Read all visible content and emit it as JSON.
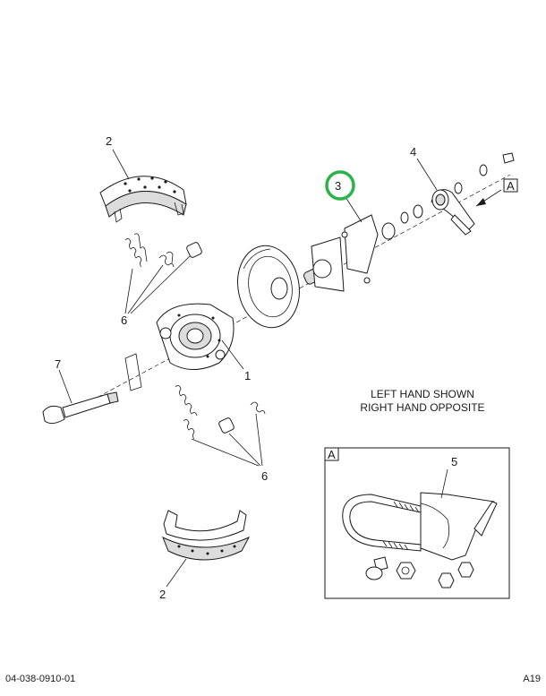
{
  "callouts": {
    "c1": "1",
    "c2_top": "2",
    "c2_bottom": "2",
    "c3": "3",
    "c4": "4",
    "c5": "5",
    "c6_top": "6",
    "c6_bottom": "6",
    "c7": "7",
    "view_ref": "A",
    "view_box": "A"
  },
  "note": {
    "line1": "LEFT HAND SHOWN",
    "line2": "RIGHT HAND OPPOSITE"
  },
  "footer": {
    "left": "04-038-0910-01",
    "right": "A19"
  },
  "colors": {
    "line": "#1a1a1a",
    "highlight_ring": "#2bb34a",
    "shade": "#dcdcdc"
  }
}
